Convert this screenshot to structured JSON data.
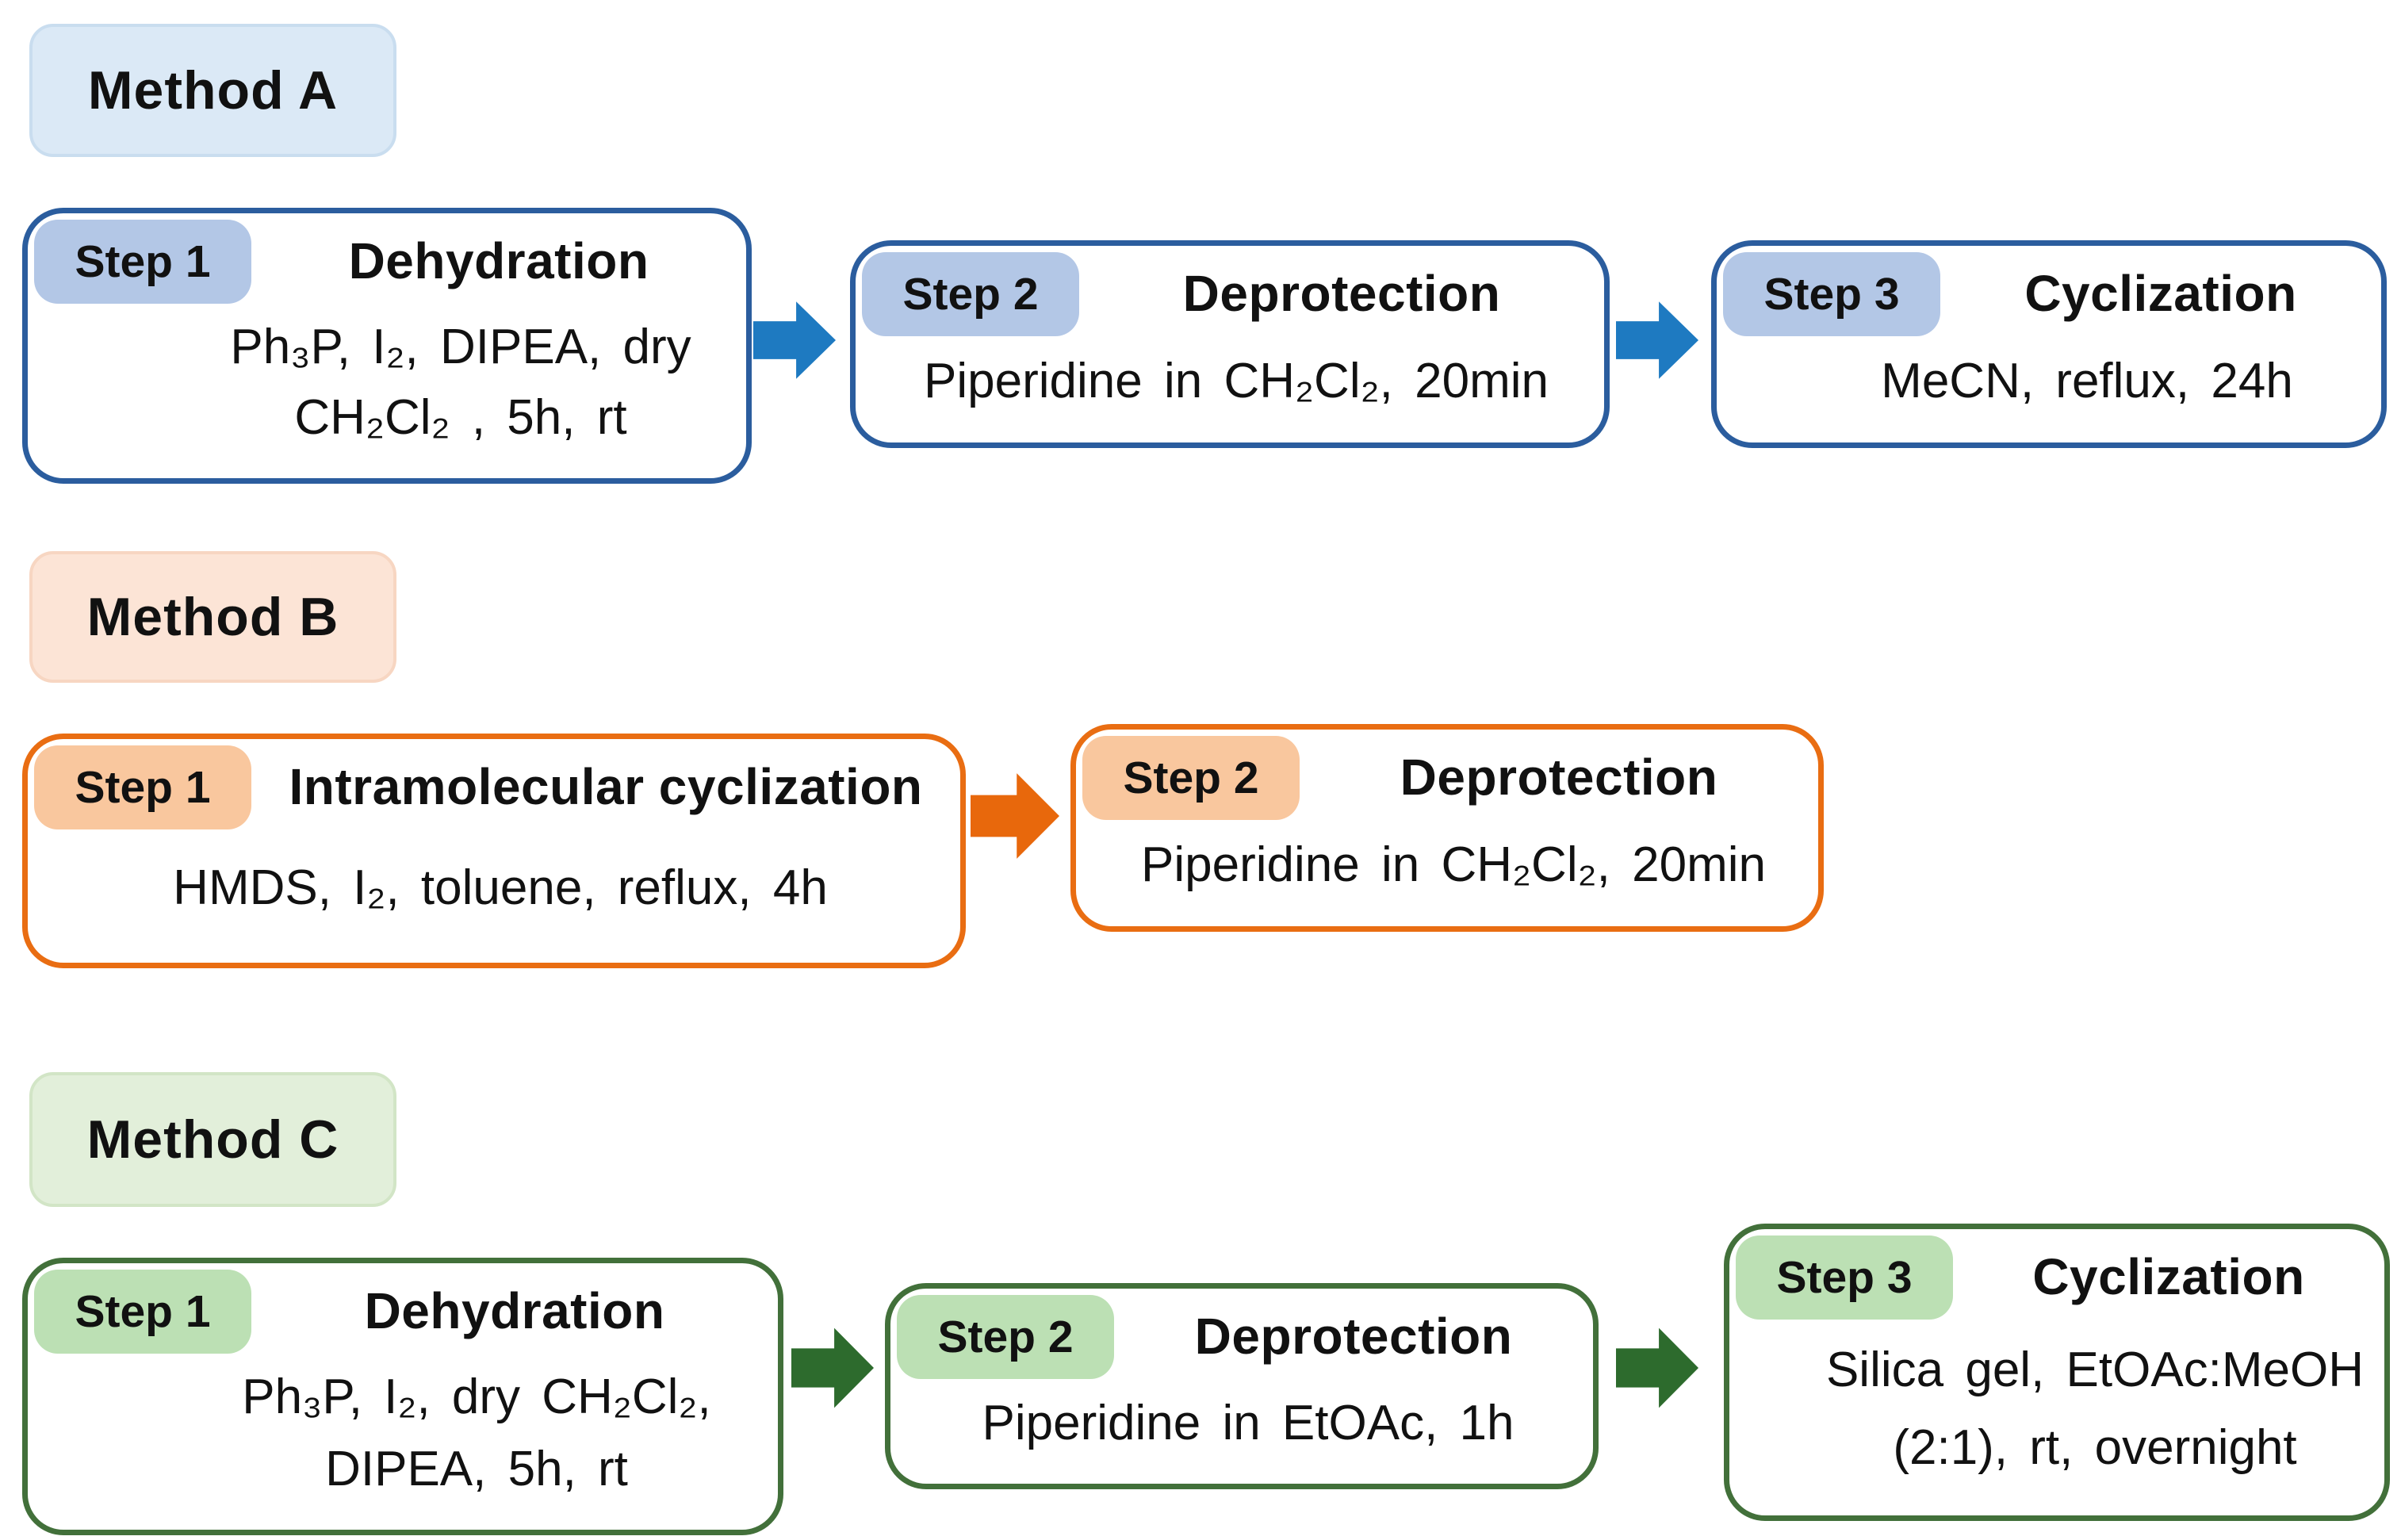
{
  "methods": [
    {
      "label": "Method A",
      "colors": {
        "label_bg": "#DBE9F6",
        "label_border": "#C9DDEF",
        "badge": "#B3C7E6",
        "border": "#2B5D9E",
        "arrow": "#1E7AC1"
      },
      "steps": [
        {
          "step_label": "Step 1",
          "title": "Dehydration",
          "lines": [
            "Ph₃P, I₂, DIPEA, dry",
            "CH₂Cl₂ , 5h, rt"
          ]
        },
        {
          "step_label": "Step 2",
          "title": "Deprotection",
          "lines": [
            "Piperidine in CH₂Cl₂, 20min"
          ]
        },
        {
          "step_label": "Step 3",
          "title": "Cyclization",
          "lines": [
            "MeCN, reflux, 24h"
          ]
        }
      ]
    },
    {
      "label": "Method B",
      "colors": {
        "label_bg": "#FCE4D6",
        "label_border": "#F7D6C2",
        "badge": "#F9C79E",
        "border": "#E96D12",
        "arrow": "#E8680C"
      },
      "steps": [
        {
          "step_label": "Step 1",
          "title": "Intramolecular cyclization",
          "lines": [
            "HMDS, I₂, toluene, reflux, 4h"
          ]
        },
        {
          "step_label": "Step 2",
          "title": "Deprotection",
          "lines": [
            "Piperidine in CH₂Cl₂, 20min"
          ]
        }
      ]
    },
    {
      "label": "Method C",
      "colors": {
        "label_bg": "#E2EFDA",
        "label_border": "#D2E5C6",
        "badge": "#BCE0B4",
        "border": "#42703A",
        "arrow": "#2D6B2D"
      },
      "steps": [
        {
          "step_label": "Step 1",
          "title": "Dehydration",
          "lines": [
            "Ph₃P, I₂, dry CH₂Cl₂,",
            "DIPEA, 5h, rt"
          ]
        },
        {
          "step_label": "Step 2",
          "title": "Deprotection",
          "lines": [
            "Piperidine in EtOAc, 1h"
          ]
        },
        {
          "step_label": "Step 3",
          "title": "Cyclization",
          "lines": [
            "Silica gel, EtOAc:MeOH",
            "(2:1), rt, overnight"
          ]
        }
      ]
    }
  ]
}
